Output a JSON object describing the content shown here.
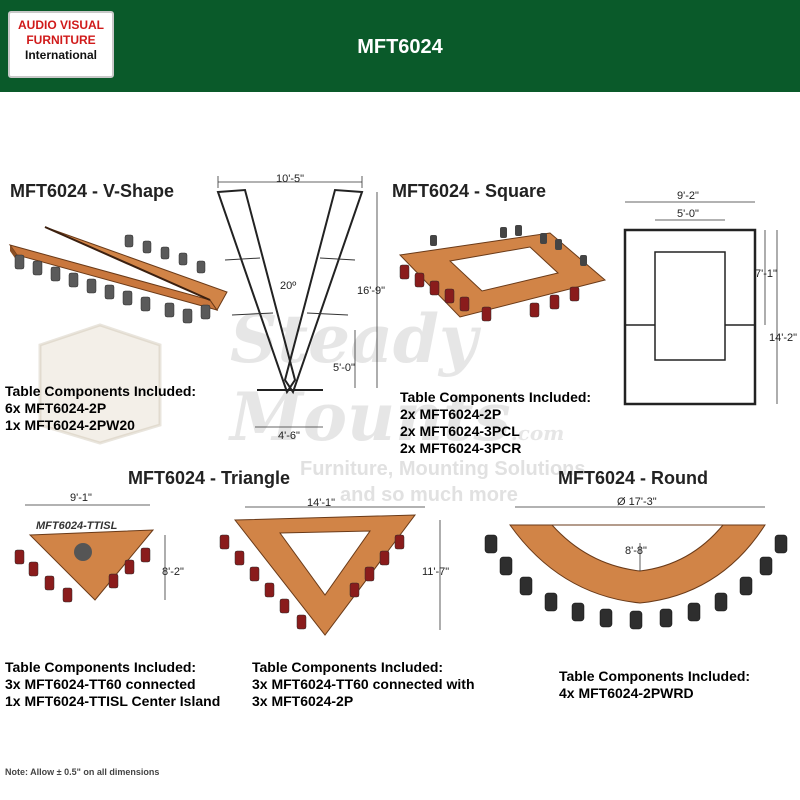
{
  "header": {
    "logo_line1": "AUDIO VISUAL",
    "logo_line2": "FURNITURE",
    "logo_line3": "International",
    "title": "MFT6024",
    "bg_color": "#0a5a2a"
  },
  "watermark": {
    "brand": "Steady Mounts",
    "domain": ".com",
    "line1": "Furniture, Mounting Solutions",
    "line2": "and so much more"
  },
  "vshape": {
    "title": "MFT6024 - V-Shape",
    "dims": {
      "top": "10'-5\"",
      "angle": "20º",
      "height": "16'-9\"",
      "segment": "5'-0\"",
      "bottom": "4'-6\""
    },
    "components_heading": "Table Components Included:",
    "components": [
      "6x MFT6024-2P",
      "1x MFT6024-2PW20"
    ]
  },
  "square": {
    "title": "MFT6024 - Square",
    "dims": {
      "outer_width": "9'-2\"",
      "inner_width": "5'-0\"",
      "inner_height": "7'-1\"",
      "outer_height": "14'-2\""
    },
    "components_heading": "Table Components Included:",
    "components": [
      "2x MFT6024-2P",
      "2x MFT6024-3PCL",
      "2x MFT6024-3PCR"
    ]
  },
  "triangle": {
    "title": "MFT6024 - Triangle",
    "small": {
      "label": "MFT6024-TTISL",
      "width": "9'-1\"",
      "height": "8'-2\""
    },
    "large": {
      "width": "14'-1\"",
      "height": "11'-7\""
    },
    "components_heading_1": "Table Components Included:",
    "components_1": [
      "3x MFT6024-TT60 connected",
      "1x MFT6024-TTISL Center Island"
    ],
    "components_heading_2": "Table Components Included:",
    "components_2": [
      "3x MFT6024-TT60 connected with",
      "3x MFT6024-2P"
    ]
  },
  "round": {
    "title": "MFT6024 - Round",
    "dims": {
      "diameter": "Ø 17'-3\"",
      "depth": "8'-8\""
    },
    "components_heading": "Table Components Included:",
    "components": [
      "4x MFT6024-2PWRD"
    ]
  },
  "note": "Note: Allow ± 0.5\" on all dimensions"
}
